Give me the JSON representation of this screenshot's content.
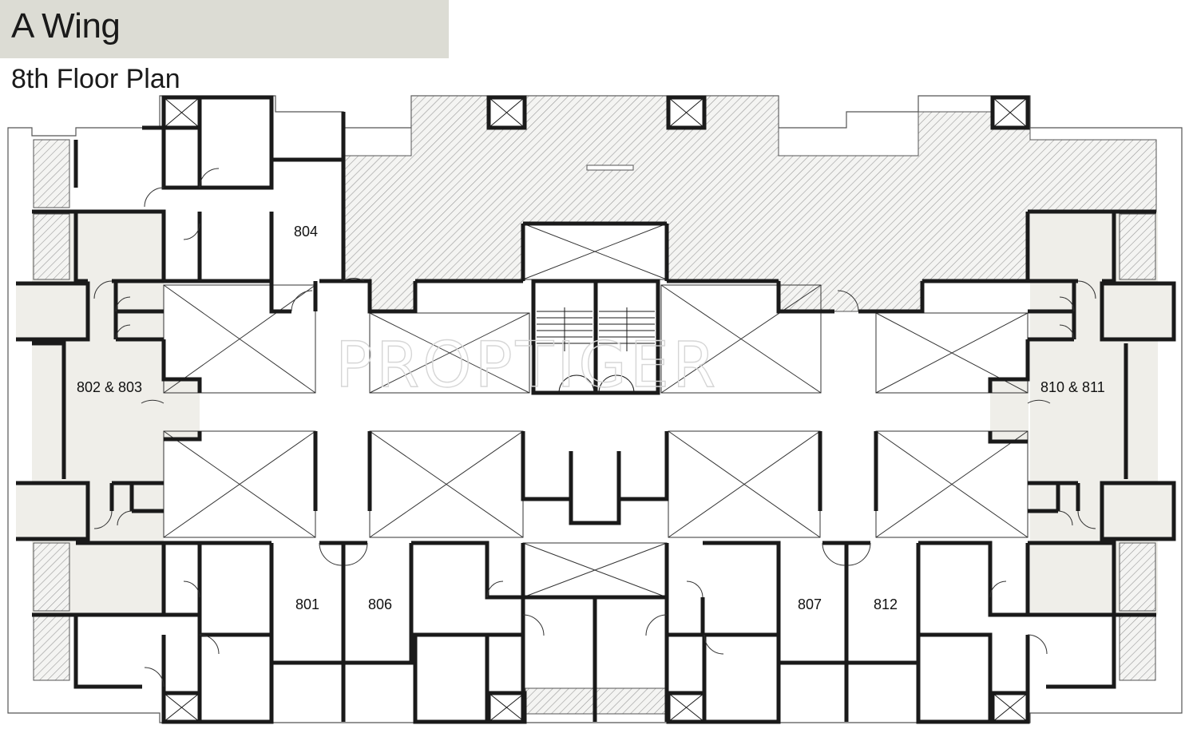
{
  "header": {
    "wing": "A Wing",
    "floor": "8th Floor Plan"
  },
  "watermark": "PROPTIGER",
  "units": {
    "u804": "804",
    "u802_803": "802 & 803",
    "u810_811": "810 & 811",
    "u801": "801",
    "u806": "806",
    "u807": "807",
    "u812": "812"
  },
  "colors": {
    "wall": "#1a1a1a",
    "terrace_hatch": "#8a8a8a",
    "unit_fill": "#efeee9",
    "title_bar": "#dcdcd4"
  }
}
